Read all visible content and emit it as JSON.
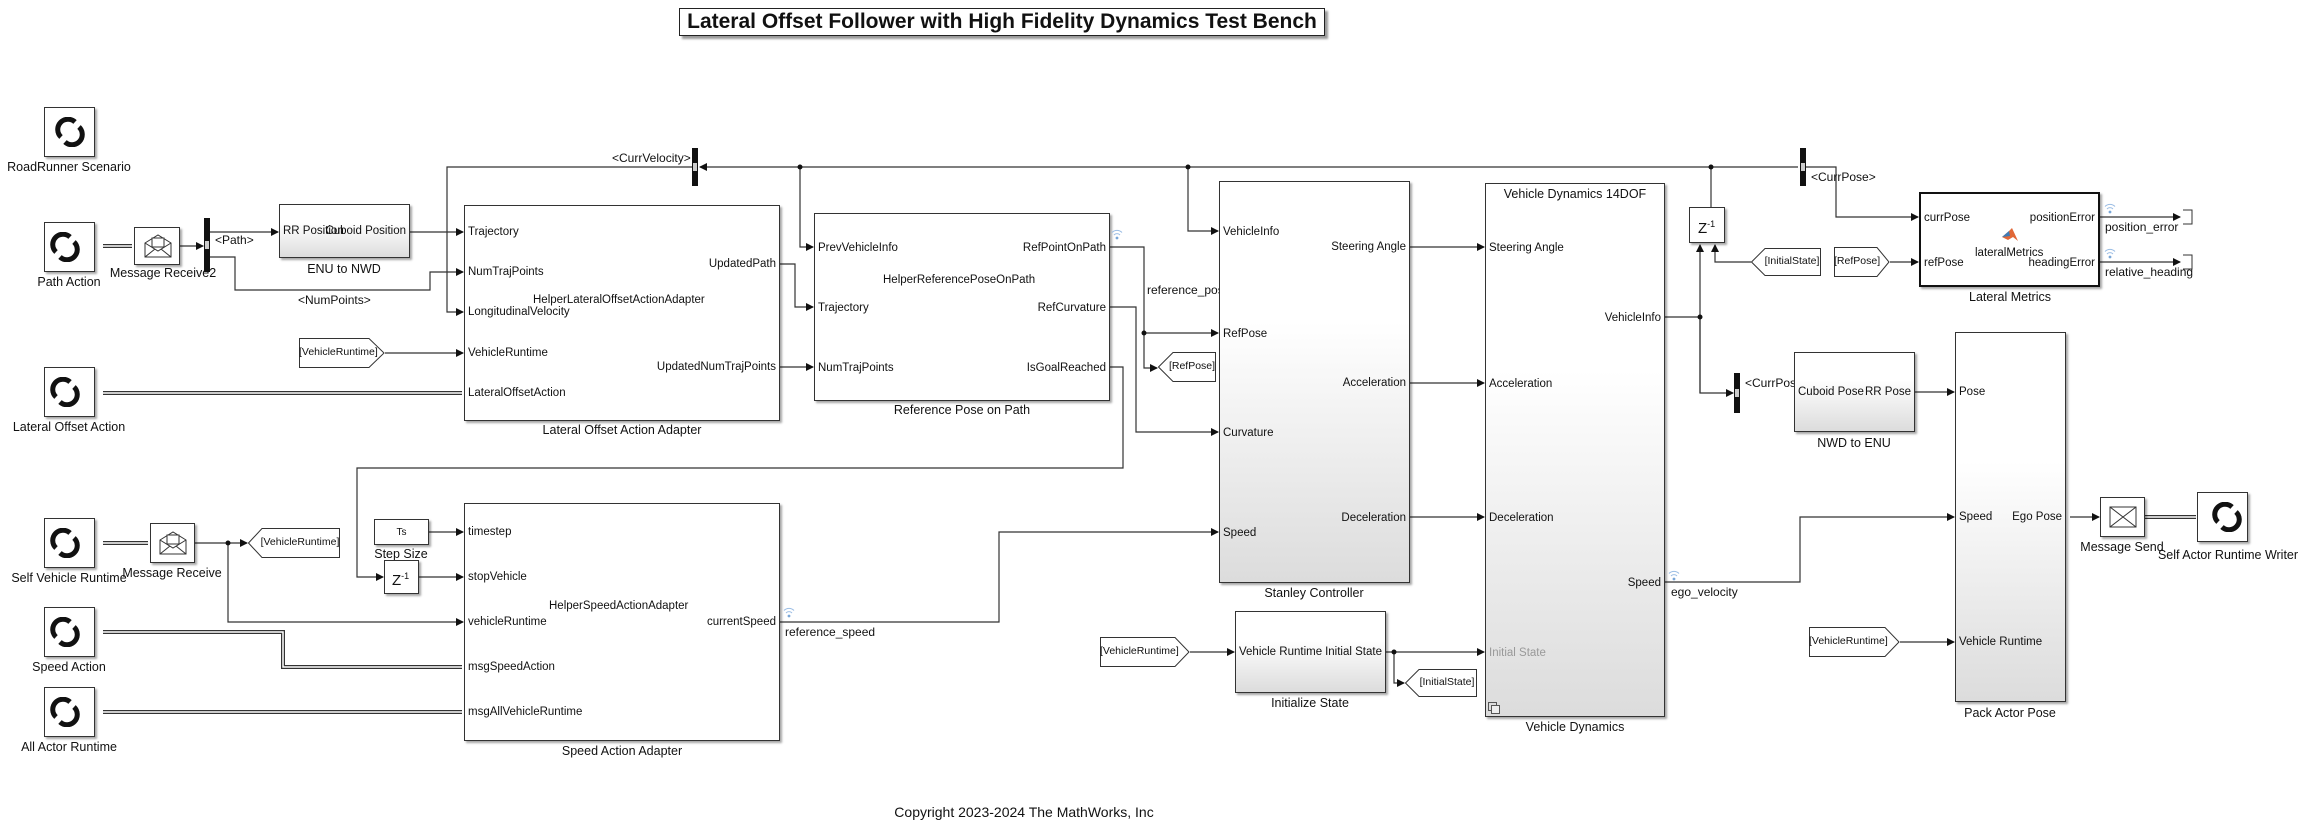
{
  "title": "Lateral Offset Follower with High Fidelity Dynamics Test Bench",
  "copyright": "Copyright 2023-2024 The MathWorks, Inc",
  "blocks": {
    "roadrunner_scenario": {
      "caption": "RoadRunner Scenario",
      "icon": "roadrunner-icon"
    },
    "path_action": {
      "caption": "Path Action",
      "icon": "roadrunner-event-icon"
    },
    "message_receive2": {
      "caption": "Message Receive2",
      "icon": "envelope-open-icon"
    },
    "enu_to_nwd": {
      "caption": "ENU to NWD",
      "in": "RR Position",
      "out": "Cuboid Position"
    },
    "lateral_offset_action": {
      "caption": "Lateral Offset Action",
      "icon": "roadrunner-event-icon"
    },
    "lateral_offset_adapter": {
      "caption": "Lateral Offset Action Adapter",
      "function": "HelperLateralOffsetActionAdapter",
      "inputs": [
        "Trajectory",
        "NumTrajPoints",
        "LongitudinalVelocity",
        "VehicleRuntime",
        "LateralOffsetAction"
      ],
      "outputs": [
        "UpdatedPath",
        "UpdatedNumTrajPoints"
      ]
    },
    "reference_pose": {
      "caption": "Reference Pose on Path",
      "function": "HelperReferencePoseOnPath",
      "inputs": [
        "PrevVehicleInfo",
        "Trajectory",
        "NumTrajPoints"
      ],
      "outputs": [
        "RefPointOnPath",
        "RefCurvature",
        "IsGoalReached"
      ]
    },
    "stanley": {
      "caption": "Stanley Controller",
      "inputs": [
        "VehicleInfo",
        "RefPose",
        "Curvature",
        "Speed"
      ],
      "outputs": [
        "Steering Angle",
        "Acceleration",
        "Deceleration"
      ]
    },
    "vehicle_dynamics": {
      "caption": "Vehicle Dynamics",
      "header": "Vehicle Dynamics 14DOF",
      "inputs": [
        "Steering Angle",
        "Acceleration",
        "Deceleration",
        "Initial State"
      ],
      "outputs": [
        "VehicleInfo",
        "Speed"
      ]
    },
    "initialize_state": {
      "caption": "Initialize State",
      "in": "Vehicle Runtime",
      "out": "Initial State"
    },
    "lateral_metrics": {
      "caption": "Lateral Metrics",
      "function": "lateralMetrics",
      "inputs": [
        "currPose",
        "refPose"
      ],
      "outputs": [
        "positionError",
        "headingError"
      ]
    },
    "nwd_to_enu": {
      "caption": "NWD to ENU",
      "in": "Cuboid Pose",
      "out": "RR Pose"
    },
    "pack_actor_pose": {
      "caption": "Pack Actor Pose",
      "inputs": [
        "Pose",
        "Speed",
        "Vehicle Runtime"
      ],
      "output": "Ego Pose"
    },
    "message_send": {
      "caption": "Message Send",
      "icon": "envelope-send-icon"
    },
    "self_actor_runtime_writer": {
      "caption": "Self Actor Runtime Writer",
      "icon": "roadrunner-icon"
    },
    "self_vehicle_runtime": {
      "caption": "Self Vehicle Runtime",
      "icon": "roadrunner-event-icon"
    },
    "message_receive": {
      "caption": "Message Receive",
      "icon": "envelope-open-icon"
    },
    "step_size": {
      "caption": "Step Size",
      "value": "Ts"
    },
    "unit_delay": {
      "label": "Z",
      "exp": "-1"
    },
    "speed_action": {
      "caption": "Speed Action",
      "icon": "roadrunner-event-icon"
    },
    "all_actor_runtime": {
      "caption": "All Actor Runtime",
      "icon": "roadrunner-event-icon"
    },
    "speed_adapter": {
      "caption": "Speed Action Adapter",
      "function": "HelperSpeedActionAdapter",
      "inputs": [
        "timestep",
        "stopVehicle",
        "vehicleRuntime",
        "msgSpeedAction",
        "msgAllVehicleRuntime"
      ],
      "output": "currentSpeed"
    }
  },
  "tags": {
    "vehicle_runtime": "[VehicleRuntime]",
    "ref_pose": "[RefPose]",
    "initial_state": "[InitialState]"
  },
  "signals": {
    "path": "<Path>",
    "num_points": "<NumPoints>",
    "curr_velocity": "<CurrVelocity>",
    "curr_pose": "<CurrPose>",
    "reference_pose": "reference_pose",
    "reference_speed": "reference_speed",
    "ego_velocity": "ego_velocity",
    "position_error": "position_error",
    "relative_heading": "relative_heading"
  }
}
